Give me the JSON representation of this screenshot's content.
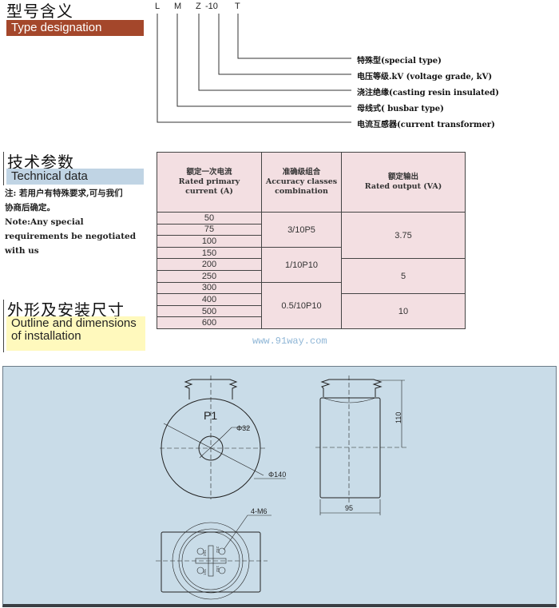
{
  "section1": {
    "title_cn": "型号含义",
    "title_en": "Type designation"
  },
  "designation": {
    "letters": [
      "L",
      "M",
      "Z",
      "-10",
      "T"
    ],
    "labels": [
      "特殊型(special type)",
      "电压等级.kV (voltage grade, kV)",
      "浇注绝缘(casting resin insulated)",
      "母线式( busbar type)",
      "电流互感器(current transformer)"
    ]
  },
  "section2": {
    "title_cn": "技术参数",
    "title_en": "Technical data",
    "note_cn": [
      "注: 若用户有特殊要求,可与我们",
      "协商后确定。"
    ],
    "note_en": [
      "Note:Any special",
      "requirements be negotiated",
      "with us"
    ]
  },
  "table": {
    "headers": [
      {
        "cn": "额定一次电流",
        "en1": "Rated primary",
        "en2": "current (A)"
      },
      {
        "cn": "准确级组合",
        "en1": "Accuracy classes",
        "en2": "combination"
      },
      {
        "cn": "额定输出",
        "en1": "Rated output  (VA)",
        "en2": ""
      }
    ],
    "currents": [
      "50",
      "75",
      "100",
      "150",
      "200",
      "250",
      "300",
      "400",
      "500",
      "600"
    ],
    "accuracy": [
      "3/10P5",
      "1/10P10",
      "0.5/10P10"
    ],
    "output": [
      "3.75",
      "5",
      "10"
    ]
  },
  "watermark": "www.91way.com",
  "section3": {
    "title_cn": "外形及安装尺寸",
    "title_en1": "Outline and dimensions",
    "title_en2": "of installation"
  },
  "drawing": {
    "p1": "P1",
    "phi32": "Φ32",
    "phi140": "Φ140",
    "h110": "110",
    "w95": "95",
    "m6": "4-M6",
    "terminals": [
      "2S1",
      "2S2",
      "1S1",
      "1S2"
    ]
  },
  "colors": {
    "brown": "#a4472b",
    "blue": "#c0d4e4",
    "yellow": "#fff9bd",
    "pink": "#f3dfe2",
    "panel": "#c9dce8"
  }
}
